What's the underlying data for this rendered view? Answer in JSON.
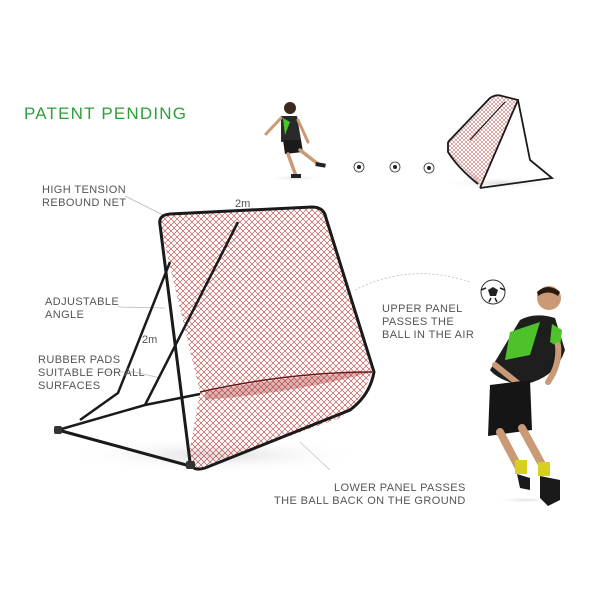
{
  "patent": "PATENT  PENDING",
  "labels": {
    "high_tension": [
      "HIGH TENSION",
      "REBOUND NET"
    ],
    "adjustable": [
      "ADJUSTABLE",
      "ANGLE"
    ],
    "rubber": [
      "RUBBER PADS",
      "SUITABLE FOR ALL",
      "SURFACES"
    ],
    "upper_panel": [
      "UPPER PANEL",
      "PASSES THE",
      "BALL IN THE AIR"
    ],
    "lower_panel": [
      "LOWER PANEL PASSES",
      "THE BALL BACK ON  THE GROUND"
    ]
  },
  "dimensions": {
    "width": "2m",
    "height": "2m"
  },
  "colors": {
    "accent_green": "#2e9e3a",
    "net_red": "#c23a3a",
    "frame": "#1a1a1a",
    "jersey_green": "#4ec22a"
  }
}
